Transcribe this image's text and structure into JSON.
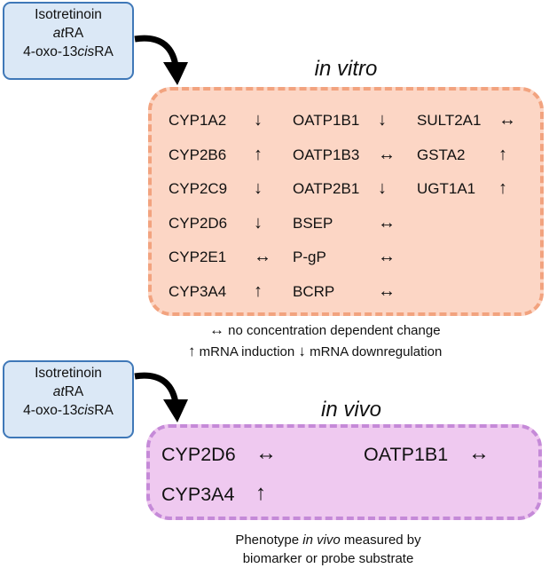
{
  "compounds_top": {
    "line1": "Isotretinoin",
    "line2_italic": "at",
    "line2_rest": "RA",
    "line3_pre": "4-oxo-13",
    "line3_italic": "cis",
    "line3_post": "RA"
  },
  "compounds_bottom": {
    "line1": "Isotretinoin",
    "line2_italic": "at",
    "line2_rest": "RA",
    "line3_pre": "4-oxo-13",
    "line3_italic": "cis",
    "line3_post": "RA"
  },
  "in_vitro": {
    "title": "in vitro",
    "col1": [
      {
        "name": "CYP1A2",
        "effect": "↓"
      },
      {
        "name": "CYP2B6",
        "effect": "↑"
      },
      {
        "name": "CYP2C9",
        "effect": "↓"
      },
      {
        "name": "CYP2D6",
        "effect": "↓"
      },
      {
        "name": "CYP2E1",
        "effect": "↔"
      },
      {
        "name": "CYP3A4",
        "effect": "↑"
      }
    ],
    "col2": [
      {
        "name": "OATP1B1",
        "effect": "↓"
      },
      {
        "name": "OATP1B3",
        "effect": "↔"
      },
      {
        "name": "OATP2B1",
        "effect": "↓"
      },
      {
        "name": "BSEP",
        "effect": "↔"
      },
      {
        "name": "P-gP",
        "effect": "↔"
      },
      {
        "name": "BCRP",
        "effect": "↔"
      }
    ],
    "col3": [
      {
        "name": "SULT2A1",
        "effect": "↔"
      },
      {
        "name": "GSTA2",
        "effect": "↑"
      },
      {
        "name": "UGT1A1",
        "effect": "↑"
      }
    ]
  },
  "legend": {
    "no_change_symbol": "↔",
    "no_change_text": "no concentration dependent change",
    "induction_symbol": "↑",
    "induction_text": "mRNA induction",
    "down_symbol": "↓",
    "down_text": "mRNA downregulation"
  },
  "in_vivo": {
    "title": "in vivo",
    "items": [
      {
        "name": "CYP2D6",
        "effect": "↔"
      },
      {
        "name": "OATP1B1",
        "effect": "↔"
      },
      {
        "name": "CYP3A4",
        "effect": "↑"
      }
    ]
  },
  "caption": {
    "part1": "Phenotype ",
    "part2_italic": "in vivo",
    "part3": " measured by",
    "line2": "biomarker or probe substrate"
  }
}
